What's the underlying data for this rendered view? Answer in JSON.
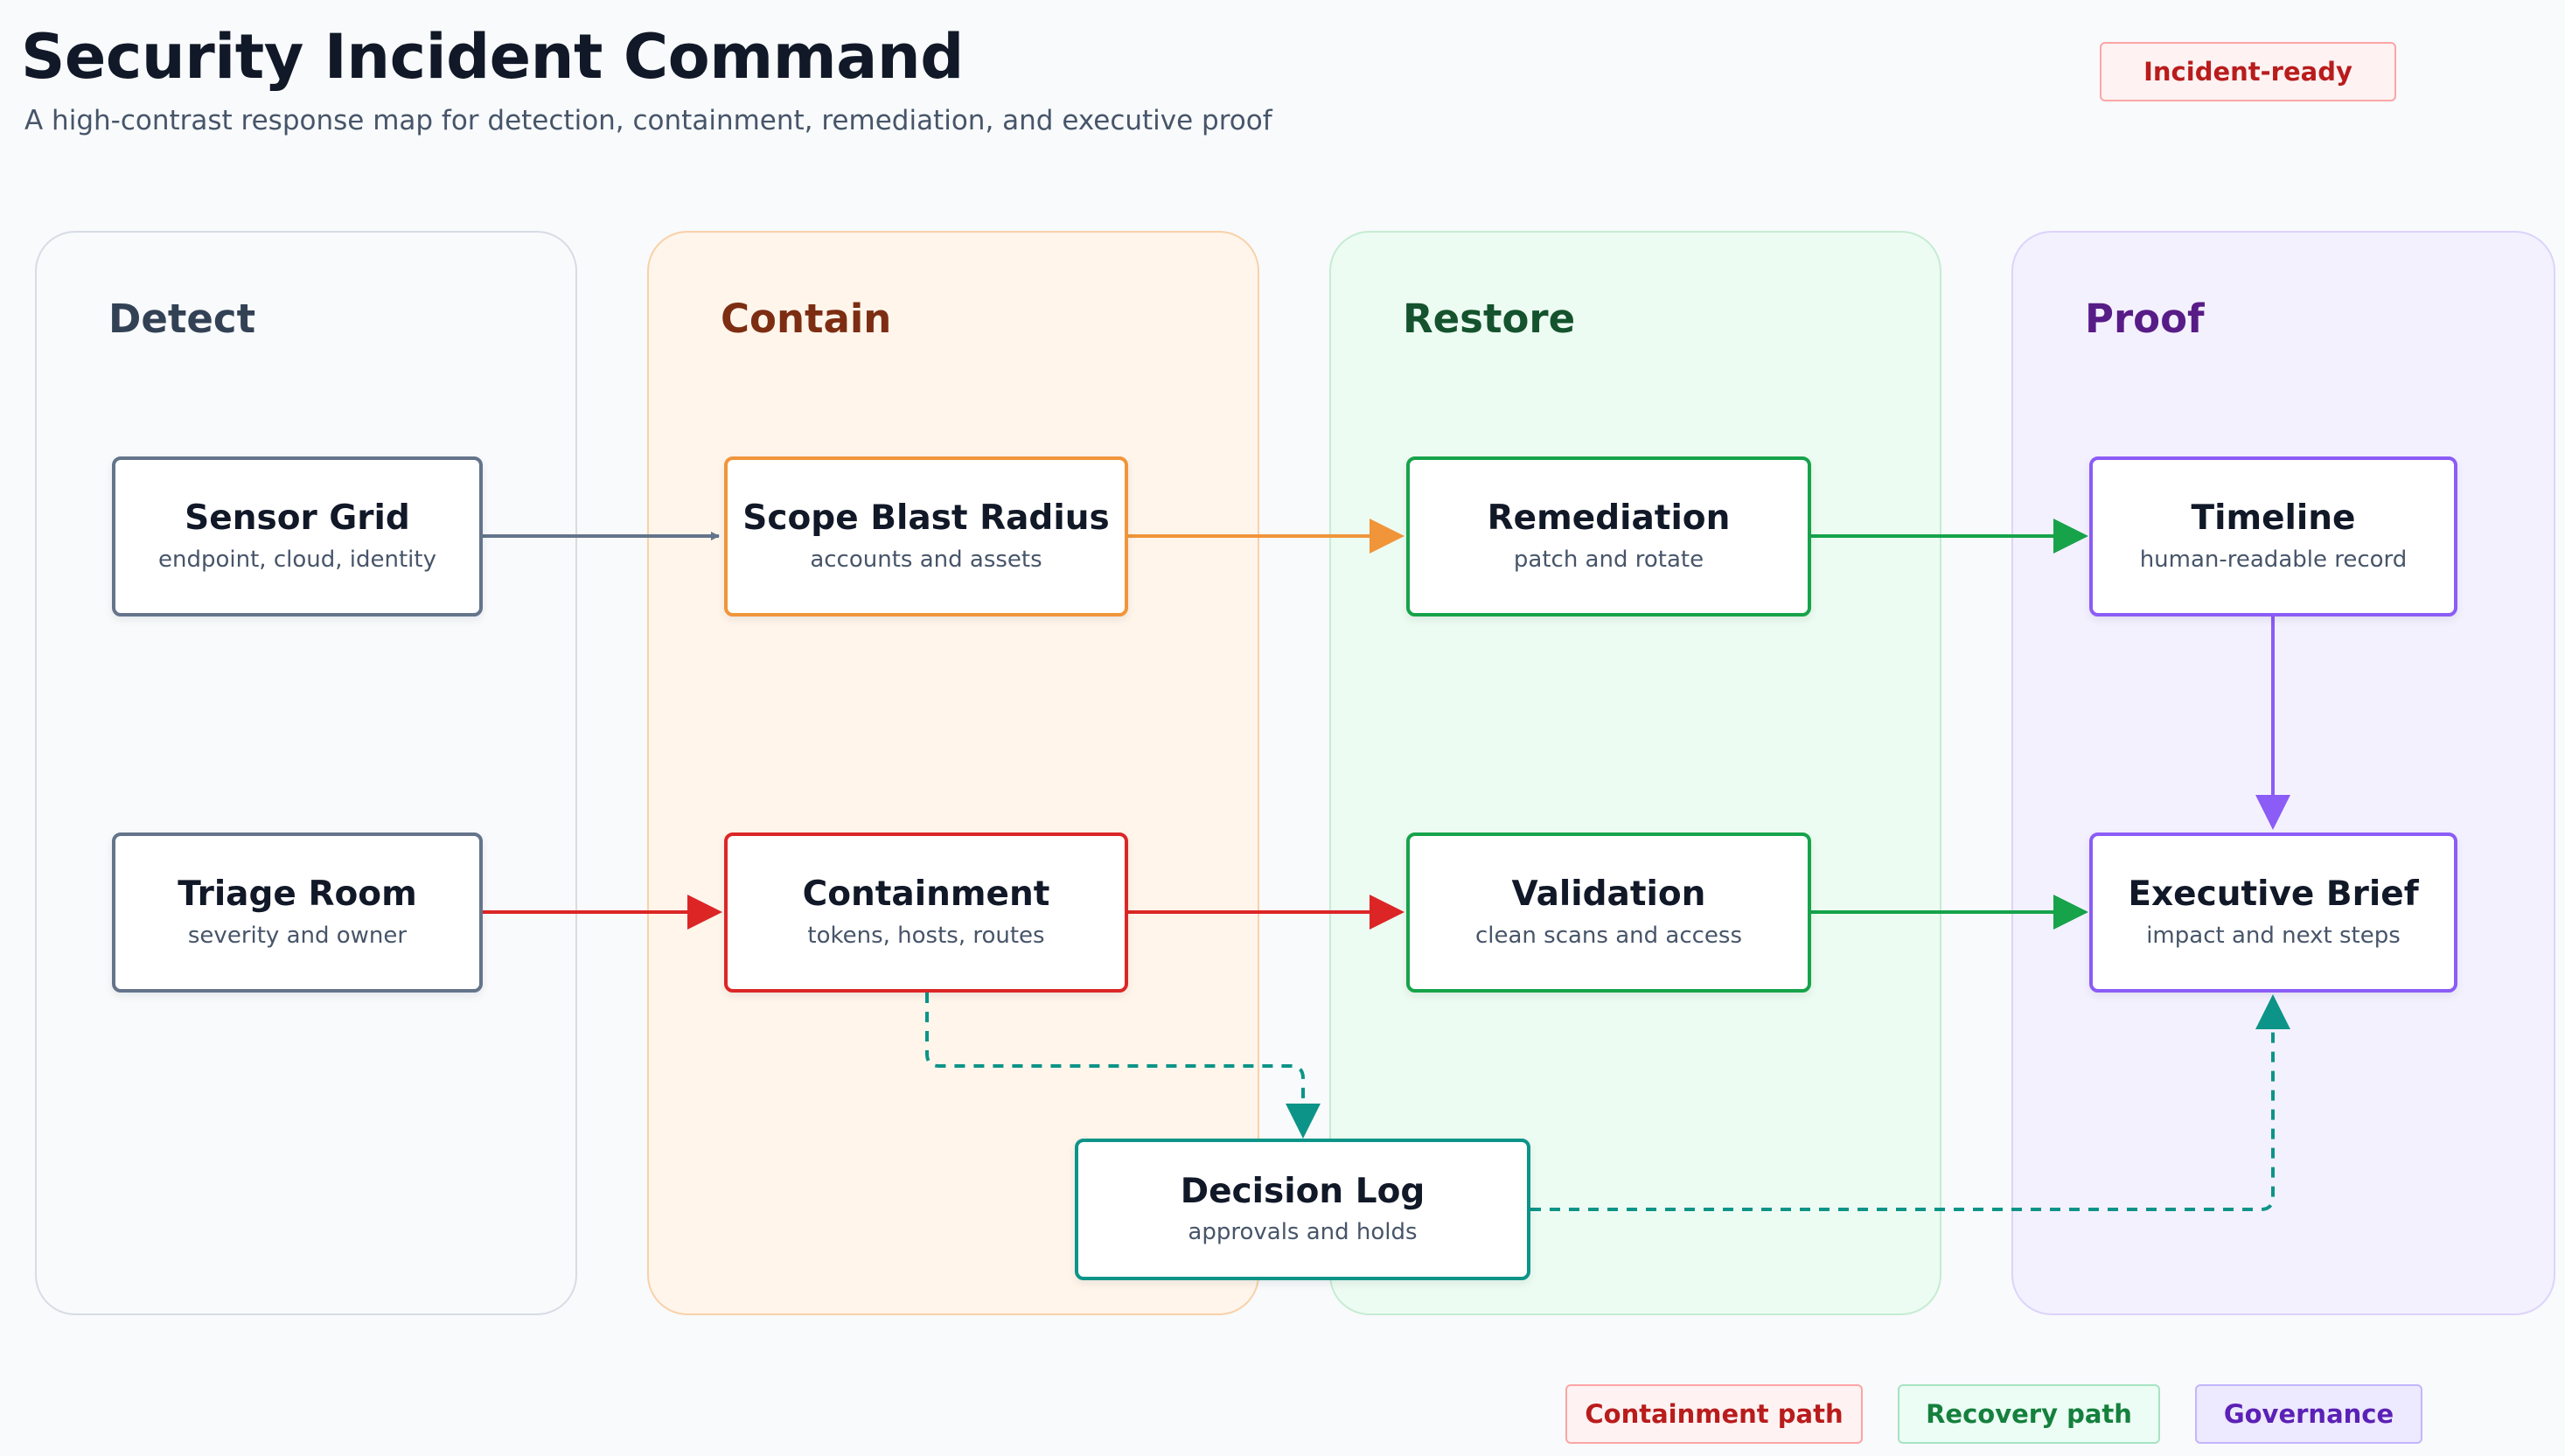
{
  "header": {
    "title": "Security Incident Command",
    "subtitle": "A high-contrast response map for detection, containment, remediation, and executive proof",
    "status_badge": "Incident-ready"
  },
  "lanes": {
    "detect": "Detect",
    "contain": "Contain",
    "restore": "Restore",
    "proof": "Proof"
  },
  "nodes": {
    "sensor_grid": {
      "title": "Sensor Grid",
      "sub": "endpoint, cloud, identity"
    },
    "triage_room": {
      "title": "Triage Room",
      "sub": "severity and owner"
    },
    "scope_blast_radius": {
      "title": "Scope Blast Radius",
      "sub": "accounts and assets"
    },
    "containment": {
      "title": "Containment",
      "sub": "tokens, hosts, routes"
    },
    "remediation": {
      "title": "Remediation",
      "sub": "patch and rotate"
    },
    "validation": {
      "title": "Validation",
      "sub": "clean scans and access"
    },
    "timeline": {
      "title": "Timeline",
      "sub": "human-readable record"
    },
    "executive_brief": {
      "title": "Executive Brief",
      "sub": "impact and next steps"
    },
    "decision_log": {
      "title": "Decision Log",
      "sub": "approvals and holds"
    }
  },
  "legend": {
    "containment_path": "Containment path",
    "recovery_path": "Recovery path",
    "governance": "Governance"
  },
  "colors": {
    "detect": "#64748b",
    "contain_orange": "#f0953a",
    "containment_red": "#dc2626",
    "recovery_green": "#16a34a",
    "governance_purple": "#8b5cf6",
    "decision_teal": "#0d9488"
  }
}
